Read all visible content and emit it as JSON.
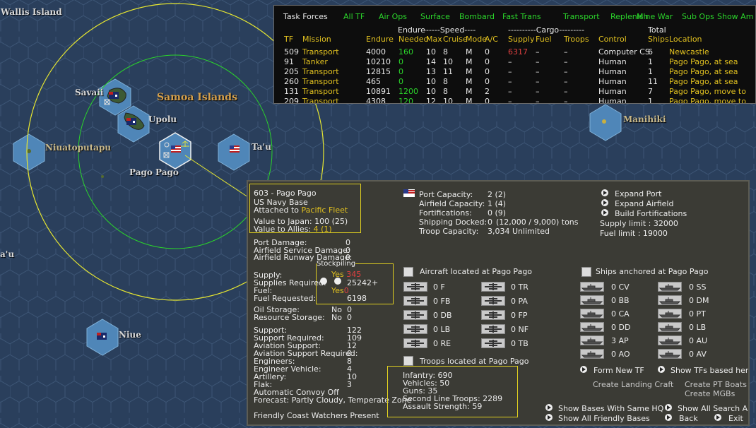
{
  "map": {
    "title": "Samoa Islands",
    "labels": {
      "wallis": "Wallis Island",
      "savaii": "Savaii",
      "upolu": "Upolu",
      "niuato": "Niuatoputapu",
      "pago": "Pago Pago",
      "tau": "Ta'u",
      "manihiki": "Manihiki",
      "niue": "Niue",
      "au": "a'u"
    }
  },
  "taskforces": {
    "tabs": [
      "Task Forces",
      "All TF",
      "Air Ops",
      "Surface",
      "Bombard",
      "Fast Trans",
      "Transport",
      "Replenish",
      "Mine War",
      "Sub Ops",
      "Show Am"
    ],
    "header1": {
      "endure": "Endure",
      "speed": "------Speed----",
      "cargo": "----------Cargo---------",
      "total": "Total"
    },
    "columns": [
      "TF",
      "Mission",
      "Endure",
      "Needed",
      "Max",
      "Cruise",
      "Mode",
      "A/C",
      "Supply",
      "Fuel",
      "Troops",
      "Control",
      "Ships",
      "Location"
    ],
    "rows": [
      [
        "509",
        "Transport",
        "4000",
        "160",
        "10",
        "8",
        "M",
        "0",
        "6317",
        "–",
        "–",
        "Computer CS",
        "6",
        "Newcastle"
      ],
      [
        "91",
        "Tanker",
        "10210",
        "0",
        "14",
        "10",
        "M",
        "0",
        "–",
        "–",
        "–",
        "Human",
        "1",
        "Pago Pago, at sea"
      ],
      [
        "205",
        "Transport",
        "12815",
        "0",
        "13",
        "11",
        "M",
        "0",
        "–",
        "–",
        "–",
        "Human",
        "1",
        "Pago Pago, at sea"
      ],
      [
        "260",
        "Transport",
        "465",
        "0",
        "10",
        "8",
        "M",
        "0",
        "–",
        "–",
        "–",
        "Human",
        "11",
        "Pago Pago, at sea"
      ],
      [
        "131",
        "Transport",
        "10891",
        "1200",
        "10",
        "8",
        "M",
        "2",
        "–",
        "–",
        "–",
        "Human",
        "7",
        "Pago Pago, move to"
      ],
      [
        "209",
        "Transport",
        "4308",
        "120",
        "12",
        "10",
        "M",
        "0",
        "–",
        "–",
        "–",
        "Human",
        "1",
        "Pago Pago, move to"
      ]
    ]
  },
  "base": {
    "name": "603 - Pago Pago",
    "type": "US Navy Base",
    "attached_label": "Attached to ",
    "attached_value": "Pacific Fleet",
    "value_japan": "Value to Japan:  100 (25)",
    "value_allies_label": "Value to Allies:  ",
    "value_allies": "4 (1)",
    "port_damage": "Port Damage:",
    "port_damage_v": "0",
    "airfield_service_damage": "Airfield Service Damage:",
    "airfield_service_damage_v": "0",
    "airfield_runway_damage": "Airfield Runway Damage:",
    "airfield_runway_damage_v": "0",
    "stockpiling": "Stockpiling",
    "supply": "Supply:",
    "supply_yes": "Yes",
    "supply_v": "345",
    "supplies_required": "Supplies Required:",
    "supplies_required_v": "25242+",
    "fuel": "Fuel:",
    "fuel_yes": "Yes",
    "fuel_v": "0",
    "fuel_requested": "Fuel Requested:",
    "fuel_requested_v": "6198",
    "oil_storage": "Oil Storage:",
    "oil_storage_no": "No",
    "oil_storage_v": "0",
    "resource_storage": "Resource Storage:",
    "resource_storage_no": "No",
    "resource_storage_v": "0",
    "support": "Support:",
    "support_v": "122",
    "support_required": "Support Required:",
    "support_required_v": "109",
    "aviation_support": "Aviation Support:",
    "aviation_support_v": "12",
    "aviation_support_required": "Aviation Support Required:",
    "aviation_support_required_v": "0",
    "engineers": "Engineers:",
    "engineers_v": "8",
    "engineer_vehicle": "Engineer Vehicle:",
    "engineer_vehicle_v": "4",
    "artillery": "Artillery:",
    "artillery_v": "10",
    "flak": "Flak:",
    "flak_v": "3",
    "auto_convoy": "Automatic Convoy Off",
    "forecast": "Forecast: Partly Cloudy, Temperate  Zone",
    "coast_watchers": "Friendly Coast Watchers Present",
    "port_capacity": "Port Capacity:",
    "port_capacity_v": "2 (2)",
    "airfield_capacity": "Airfield Capacity:",
    "airfield_capacity_v": "1 (4)",
    "fortifications": "Fortifications:",
    "fortifications_v": "0 (9)",
    "shipping_docked": "Shipping Docked:",
    "shipping_docked_v": "0",
    "shipping_docked_t": "(12,000 / 9,000) tons",
    "troop_capacity": "Troop Capacity:",
    "troop_capacity_v": "3,034   Unlimited",
    "expand_port": "Expand Port",
    "expand_airfield": "Expand Airfield",
    "build_fort": "Build Fortifications",
    "supply_limit": "Supply limit : 32000",
    "fuel_limit": "Fuel limit : 19000",
    "aircraft_title": "Aircraft located at Pago Pago",
    "aircraft": [
      [
        "0 F",
        "0 TR"
      ],
      [
        "0 FB",
        "0 PA"
      ],
      [
        "0 DB",
        "0 FP"
      ],
      [
        "0 LB",
        "0 NF"
      ],
      [
        "0 RE",
        "0 TB"
      ]
    ],
    "ships_title": "Ships anchored at Pago Pago",
    "ships": [
      [
        "0 CV",
        "0 SS"
      ],
      [
        "0 BB",
        "0 DM"
      ],
      [
        "0 CA",
        "0 PT"
      ],
      [
        "0 DD",
        "0 LB"
      ],
      [
        "3 AP",
        "0 AU"
      ],
      [
        "0 AO",
        "0 AV"
      ]
    ],
    "troops_title": "Troops located at Pago Pago",
    "infantry": "Infantry: 690",
    "vehicles": "Vehicles: 50",
    "guns": "Guns: 35",
    "second_line": "Second Line Troops: 2289",
    "assault": "Assault Strength: 59",
    "form_tf": "Form New TF",
    "show_tfs": "Show TFs based here",
    "create_landing": "Create Landing Craft",
    "create_pt": "Create PT Boats",
    "create_mgb": "Create MGBs",
    "show_same_hq": "Show Bases With Same HQ",
    "show_search_arcs": "Show All Search Arcs",
    "show_friendly": "Show All Friendly Bases",
    "back": "Back",
    "exit": "Exit"
  },
  "colors": {
    "ocean": "#2a3f5c",
    "hex_line": "#3d5676",
    "panel": "#3b3b35",
    "tf_bg": "#0d0d0d",
    "green": "#2bd42b",
    "yellow": "#e0c020",
    "red": "#e04040",
    "range_green": "#2bd42b",
    "range_yellow": "#e8e830"
  }
}
